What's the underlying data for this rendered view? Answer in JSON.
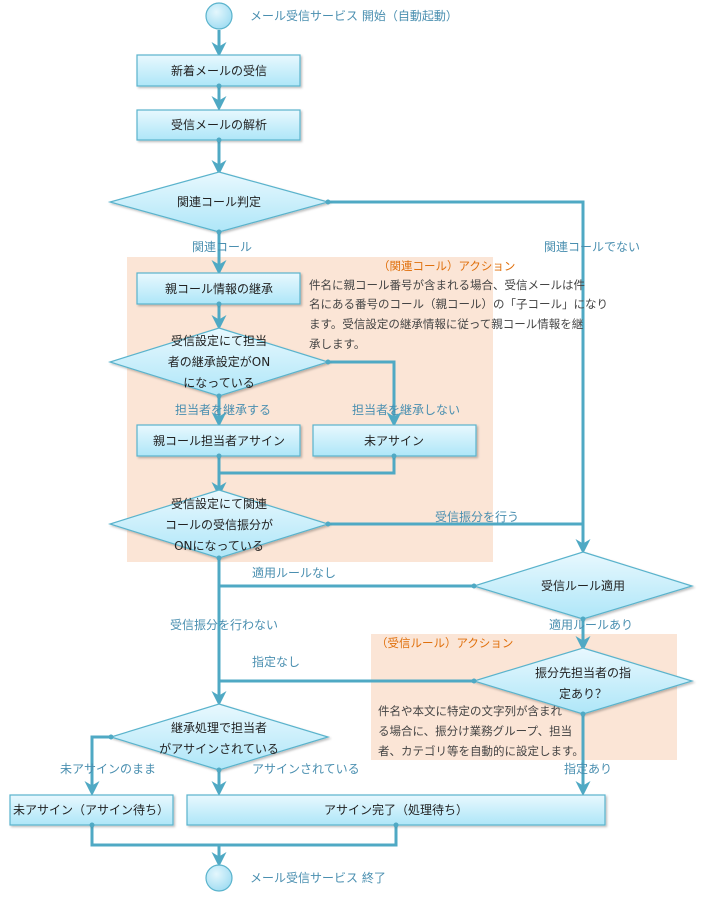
{
  "colors": {
    "line": "#4fa9c4",
    "node_fill_top": "#e8f8fe",
    "node_fill_bottom": "#aee6f8",
    "node_border": "#5ab3cc",
    "annotation_bg": "#fbe5d6",
    "annotation_title": "#e0700c",
    "edge_label": "#4a8fb0"
  },
  "terminals": {
    "start": "メール受信サービス 開始（自動起動）",
    "end": "メール受信サービス 終了"
  },
  "nodes": {
    "receive_new_mail": "新着メールの受信",
    "parse_mail": "受信メールの解析",
    "related_call_decision": "関連コール判定",
    "inherit_parent_info": "親コール情報の継承",
    "assignee_inherit_decision": [
      "受信設定にて担当",
      "者の継承設定がON",
      "になっている"
    ],
    "assign_parent_assignee": "親コール担当者アサイン",
    "unassigned_mid": "未アサイン",
    "related_routing_decision": [
      "受信設定にて関連",
      "コールの受信振分が",
      "ONになっている"
    ],
    "apply_receive_rule": "受信ルール適用",
    "assignee_specified_decision": [
      "振分先担当者の指",
      "定あり？"
    ],
    "inherited_assigned_decision": [
      "継承処理で担当者",
      "がアサインされている"
    ],
    "unassigned_waiting": "未アサイン（アサイン待ち）",
    "assignment_complete": "アサイン完了（処理待ち）"
  },
  "edge_labels": {
    "related_call": "関連コール",
    "not_related_call": "関連コールでない",
    "inherit_assignee": "担当者を継承する",
    "not_inherit_assignee": "担当者を継承しない",
    "do_routing": "受信振分を行う",
    "no_routing": "受信振分を行わない",
    "no_applicable_rule": "適用ルールなし",
    "has_applicable_rule": "適用ルールあり",
    "not_specified": "指定なし",
    "specified": "指定あり",
    "remain_unassigned": "未アサインのまま",
    "assigned": "アサインされている"
  },
  "annotations": {
    "related_call_action": {
      "title": "（関連コール）アクション",
      "lines": [
        "件名に親コール番号が含まれる場合、受信メールは件",
        "名にある番号のコール（親コール）の「子コール」になり",
        "ます。受信設定の継承情報に従って親コール情報を継",
        "承します。"
      ]
    },
    "receive_rule_action": {
      "title": "（受信ルール）アクション",
      "lines": [
        "件名や本文に特定の文字列が含まれ",
        "る場合に、振分け業務グループ、担当",
        "者、カテゴリ等を自動的に設定します。"
      ]
    }
  }
}
